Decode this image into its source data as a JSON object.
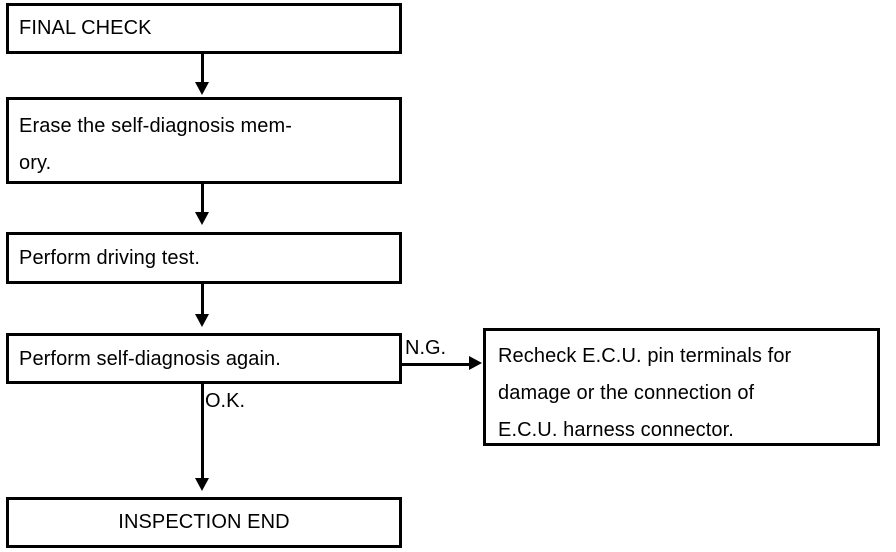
{
  "diagram": {
    "title": "FINAL CHECK",
    "nodes": [
      {
        "id": "final-check",
        "label": "FINAL CHECK"
      },
      {
        "id": "erase-memory",
        "label": "Erase the self-diagnosis mem-\nory."
      },
      {
        "id": "driving-test",
        "label": "Perform driving test."
      },
      {
        "id": "self-diagnosis-again",
        "label": "Perform self-diagnosis again."
      },
      {
        "id": "recheck-ecu",
        "label": "Recheck E.C.U. pin terminals for\ndamage or the connection of\nE.C.U. harness connector."
      },
      {
        "id": "inspection-end",
        "label": "INSPECTION END"
      }
    ],
    "edge_labels": {
      "ng": "N.G.",
      "ok": "O.K."
    },
    "colors": {
      "line": "#000000",
      "text": "#000000",
      "background": "#ffffff"
    }
  }
}
